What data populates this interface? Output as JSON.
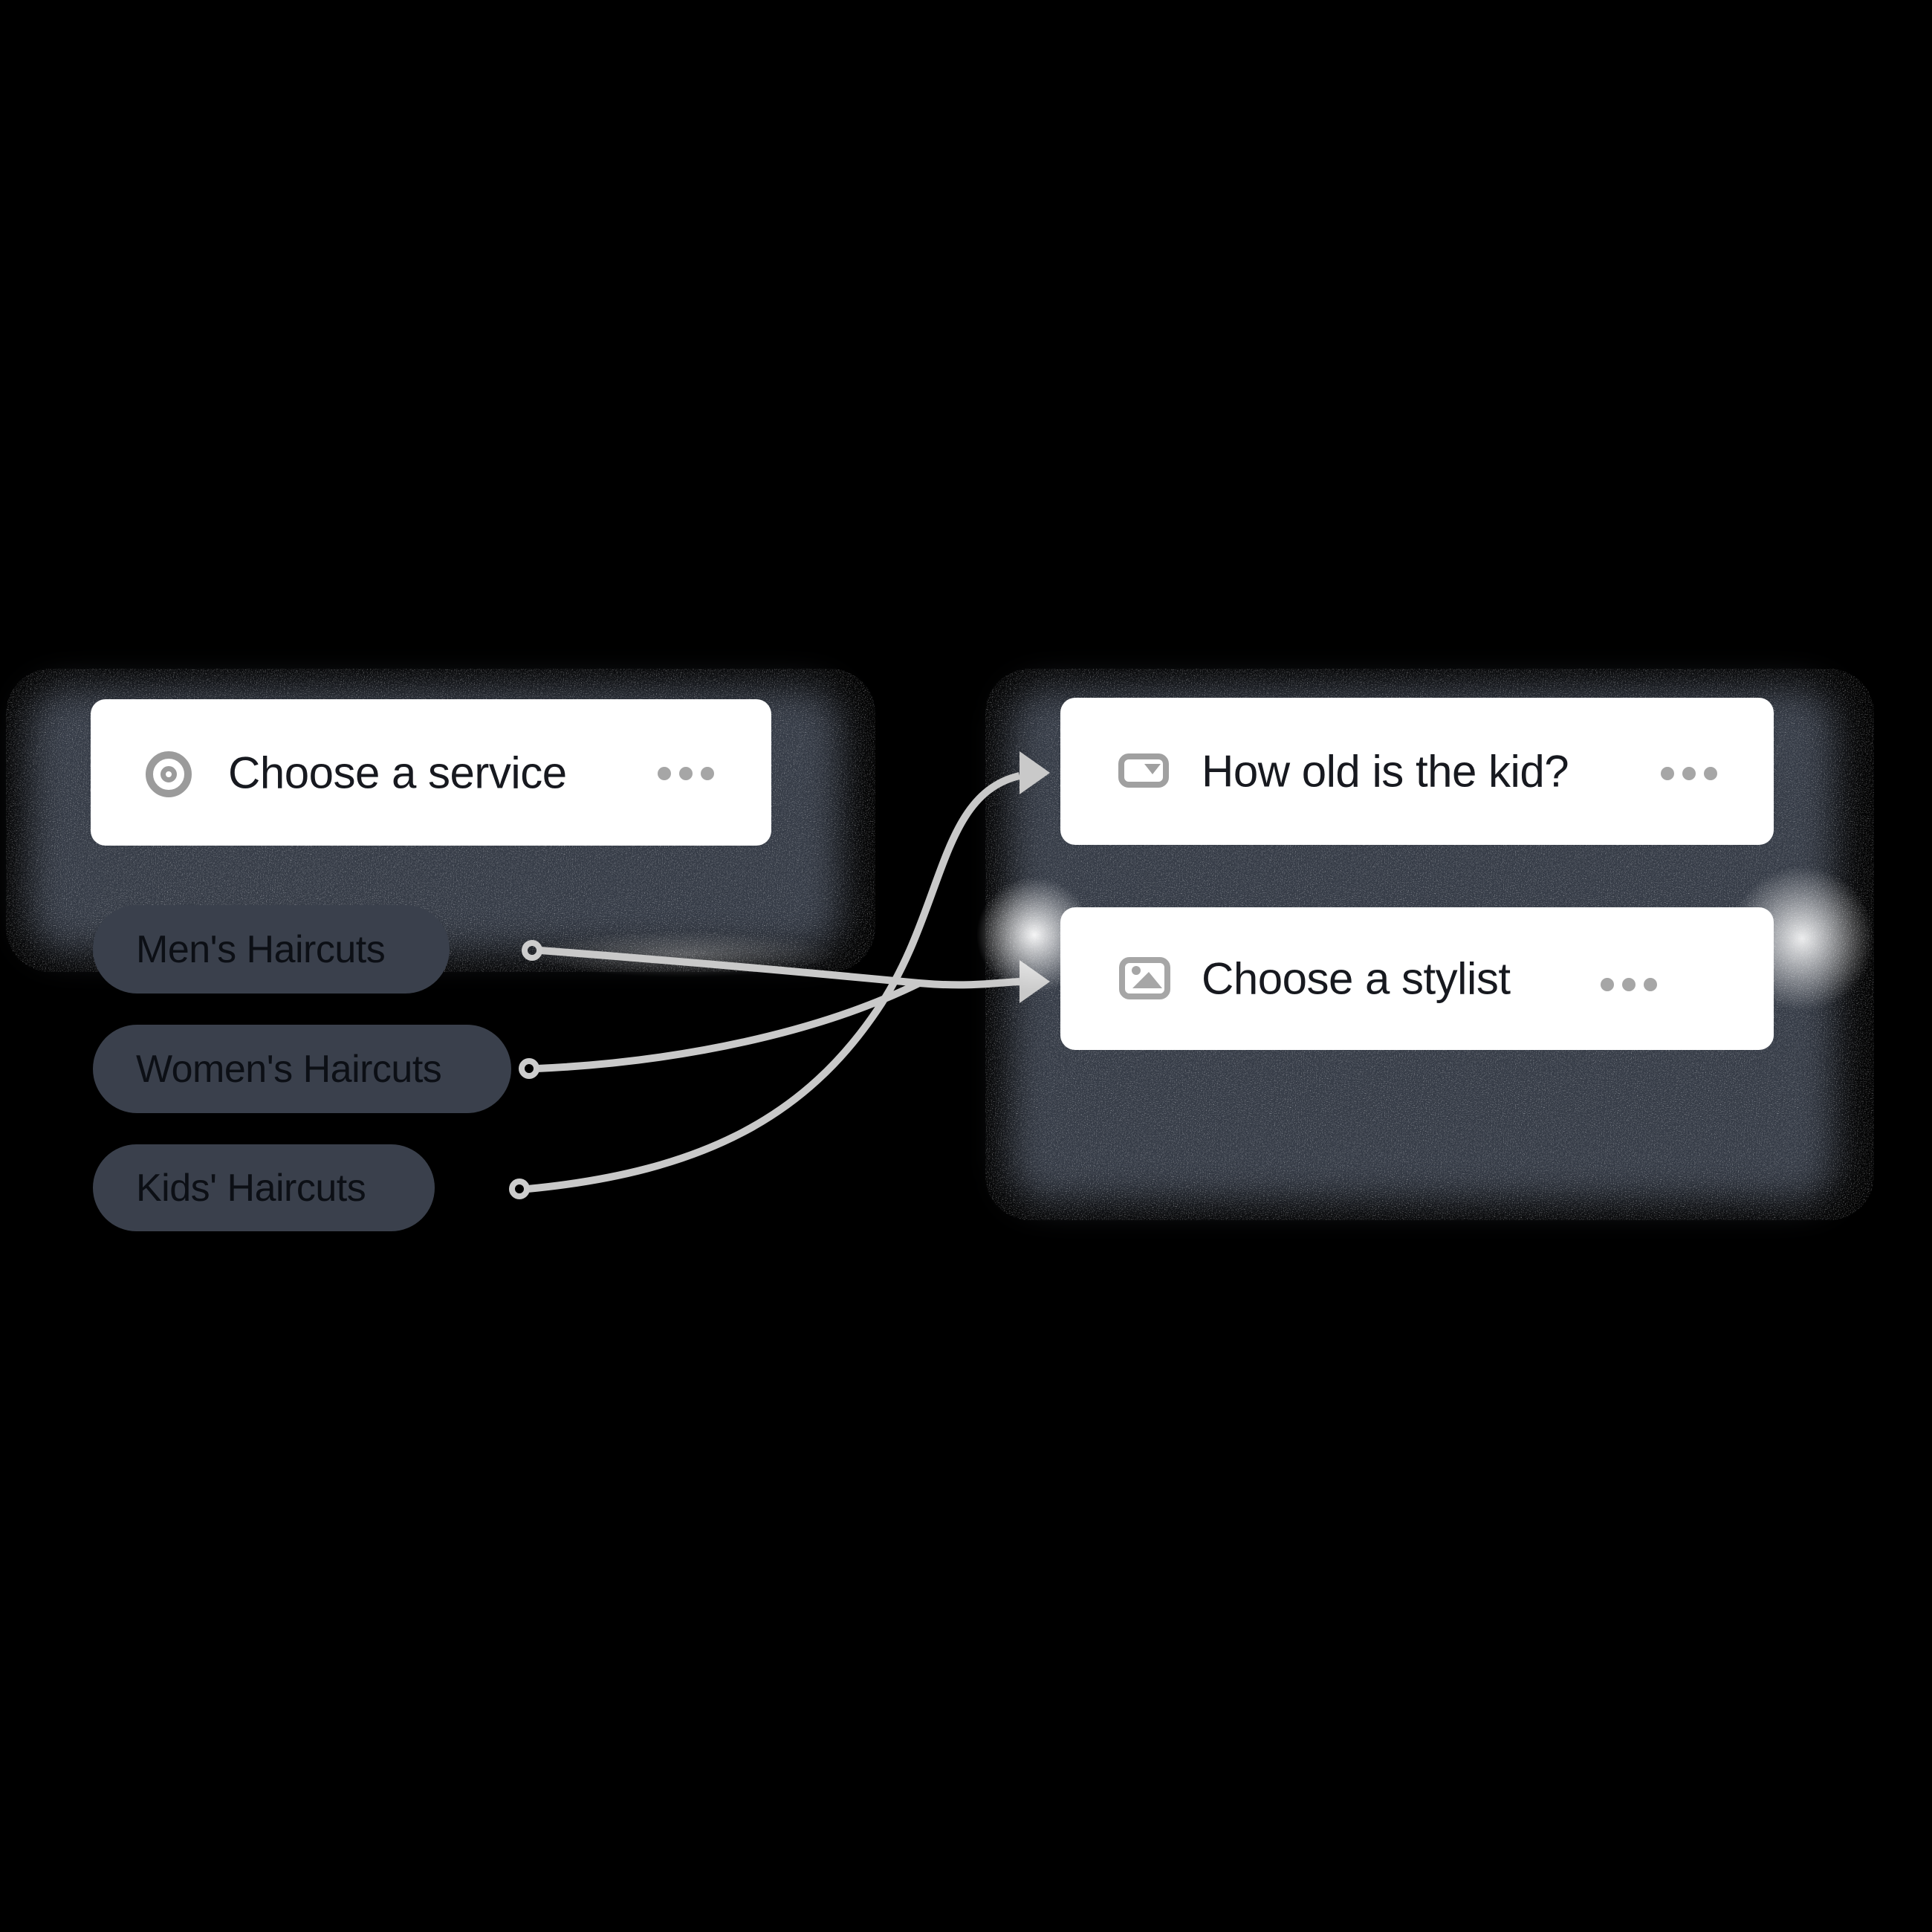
{
  "flow": {
    "source_card": {
      "title": "Choose a service",
      "icon": "target",
      "menu_icon": "more-options"
    },
    "options": {
      "men": "Men's Haircuts",
      "women": "Women's Haircuts",
      "kids": "Kids' Haircuts"
    },
    "destination_cards": {
      "age": {
        "title": "How old is the kid?",
        "icon": "dropdown-field",
        "menu_icon": "more-options"
      },
      "stylist": {
        "title": "Choose a stylist",
        "icon": "image",
        "menu_icon": "more-options"
      }
    },
    "connections": [
      {
        "from": "Men's Haircuts",
        "to": "Choose a stylist"
      },
      {
        "from": "Women's Haircuts",
        "to": "Choose a stylist"
      },
      {
        "from": "Kids' Haircuts",
        "to": "How old is the kid?"
      }
    ],
    "colors": {
      "background": "#000000",
      "card": "#ffffff",
      "card_text": "#17191f",
      "blob_shadow": "#353b46",
      "pill": "#3a404c",
      "pill_text": "#0c0f15",
      "icon_gray": "#9b9b9b",
      "menu_dot_gray": "#a6a6a6",
      "connector_gray": "#c9c9c9"
    }
  }
}
